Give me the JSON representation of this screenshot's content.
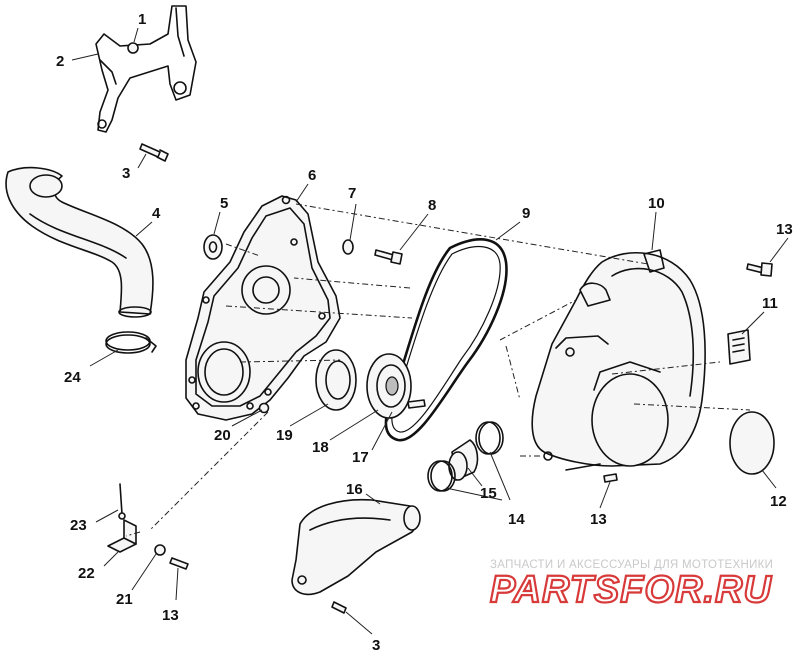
{
  "callouts": {
    "c1": "1",
    "c2": "2",
    "c3a": "3",
    "c3b": "3",
    "c4": "4",
    "c5": "5",
    "c6": "6",
    "c7": "7",
    "c8": "8",
    "c9": "9",
    "c10": "10",
    "c11": "11",
    "c12": "12",
    "c13a": "13",
    "c13b": "13",
    "c13c": "13",
    "c14": "14",
    "c15": "15",
    "c16": "16",
    "c17": "17",
    "c18": "18",
    "c19": "19",
    "c20": "20",
    "c21": "21",
    "c22": "22",
    "c23": "23",
    "c24": "24"
  },
  "watermark": {
    "tagline": "ЗАПЧАСТИ И АКСЕССУАРЫ ДЛЯ МОТОТЕХНИКИ",
    "brand": "PARTSFOR.RU"
  }
}
